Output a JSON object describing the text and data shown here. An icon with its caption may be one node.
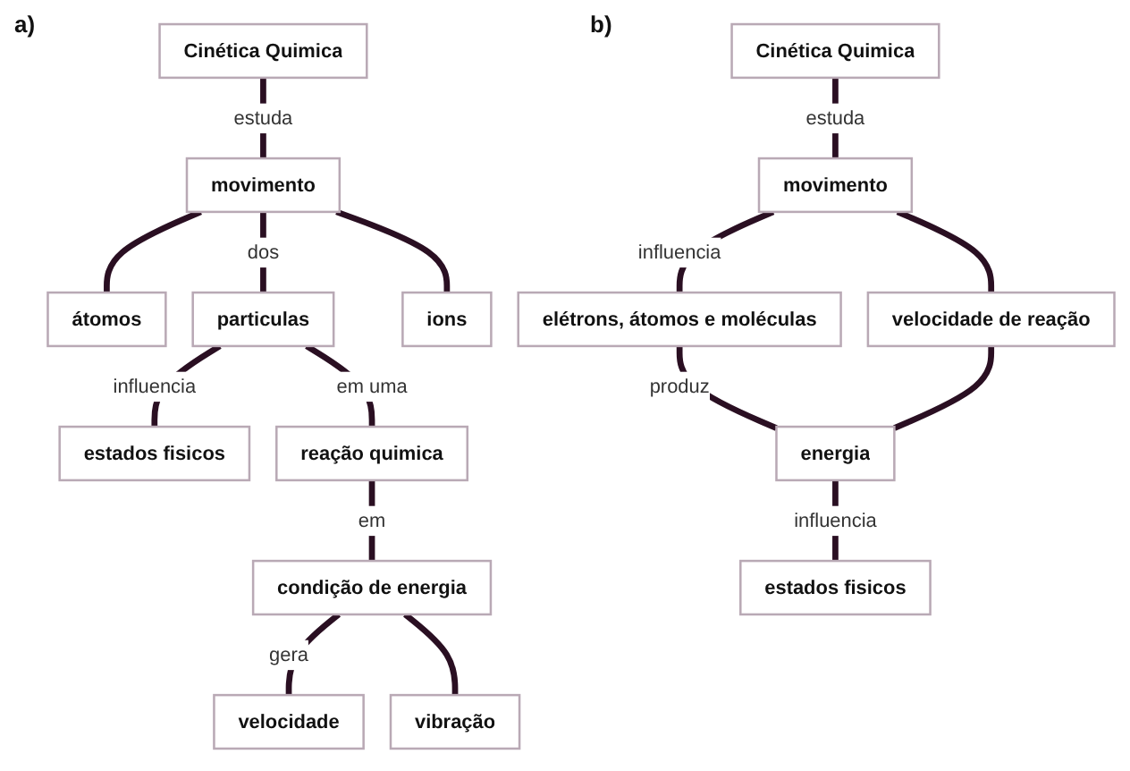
{
  "diagram": {
    "nodes": [
      {
        "text": [
          "Cinética Quimica"
        ]
      },
      {
        "text": [
          "movimento"
        ]
      },
      {
        "text": [
          "átomos"
        ]
      },
      {
        "text": [
          "particulas"
        ]
      },
      {
        "text": [
          "ions"
        ]
      },
      {
        "text": [
          "estados fisicos"
        ]
      },
      {
        "text": [
          "reação quimica"
        ]
      },
      {
        "text": [
          "condição de energia"
        ]
      },
      {
        "text": [
          "velocidade"
        ]
      },
      {
        "text": [
          "vibração"
        ]
      },
      {
        "text": [
          "Cinética Quimica"
        ]
      },
      {
        "text": [
          "movimento"
        ]
      },
      {
        "text": [
          "elétrons, átomos e moléculas"
        ]
      },
      {
        "text": [
          "velocidade de reação"
        ]
      },
      {
        "text": [
          "energia"
        ]
      },
      {
        "text": [
          "estados fisicos"
        ]
      }
    ],
    "edges": [
      {
        "from": 0,
        "to": 1,
        "arrow": "none",
        "label": "estuda"
      },
      {
        "from": 1,
        "to": 2,
        "arrow": "none"
      },
      {
        "from": 1,
        "to": 3,
        "arrow": "none",
        "label": "dos"
      },
      {
        "from": 1,
        "to": 4,
        "arrow": "none"
      },
      {
        "from": 3,
        "to": 5,
        "arrow": "none",
        "label": "influencia"
      },
      {
        "from": 3,
        "to": 6,
        "arrow": "none",
        "label": "em uma"
      },
      {
        "from": 6,
        "to": 7,
        "arrow": "none",
        "label": "em"
      },
      {
        "from": 7,
        "to": 8,
        "arrow": "none",
        "label": "gera"
      },
      {
        "from": 7,
        "to": 9,
        "arrow": "none"
      },
      {
        "from": 10,
        "to": 11,
        "arrow": "none",
        "label": "estuda"
      },
      {
        "from": 11,
        "to": 12,
        "arrow": "none",
        "label": "influencia"
      },
      {
        "from": 11,
        "to": 13,
        "arrow": "none"
      },
      {
        "from": 12,
        "to": 14,
        "arrow": "none",
        "label": "produz"
      },
      {
        "from": 13,
        "to": 14,
        "arrow": "none"
      },
      {
        "from": 14,
        "to": 15,
        "arrow": "none",
        "label": "influencia"
      }
    ],
    "labels": [
      "a)",
      "b)"
    ]
  }
}
